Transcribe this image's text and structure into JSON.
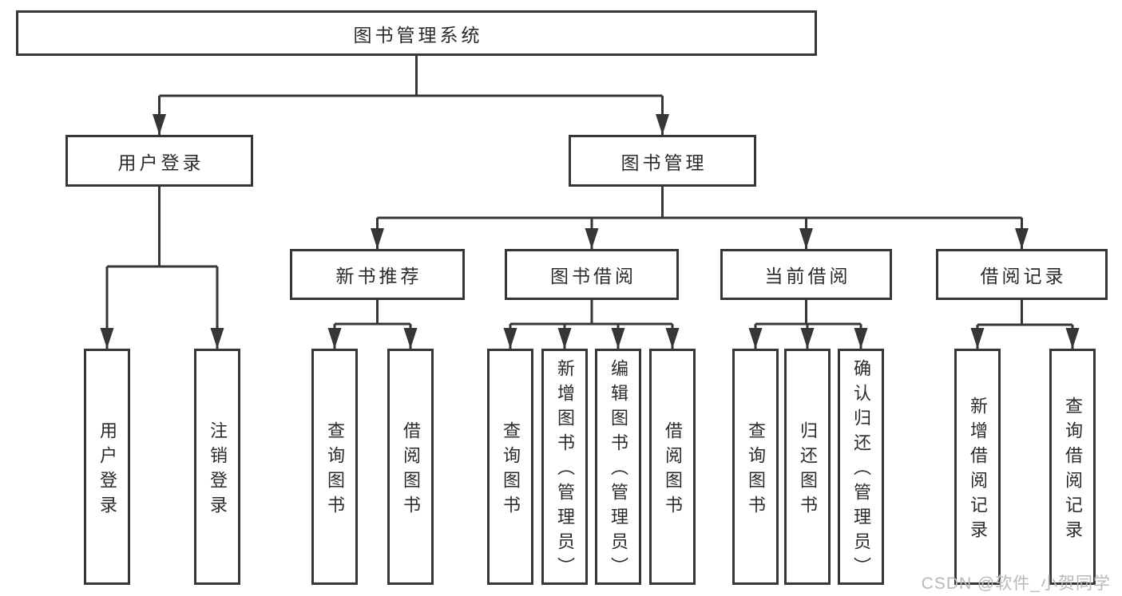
{
  "diagram": {
    "type": "tree",
    "root": {
      "label": "图书管理系统"
    },
    "branches": [
      {
        "label": "用户登录",
        "children": [
          {
            "label": "用户登录"
          },
          {
            "label": "注销登录"
          }
        ]
      },
      {
        "label": "图书管理",
        "children": [
          {
            "label": "新书推荐",
            "children": [
              {
                "label": "查询图书"
              },
              {
                "label": "借阅图书"
              }
            ]
          },
          {
            "label": "图书借阅",
            "children": [
              {
                "label": "查询图书"
              },
              {
                "label": "新增图书（管理员）"
              },
              {
                "label": "编辑图书（管理员）"
              },
              {
                "label": "借阅图书"
              }
            ]
          },
          {
            "label": "当前借阅",
            "children": [
              {
                "label": "查询图书"
              },
              {
                "label": "归还图书"
              },
              {
                "label": "确认归还（管理员）"
              }
            ]
          },
          {
            "label": "借阅记录",
            "children": [
              {
                "label": "新增借阅记录"
              },
              {
                "label": "查询借阅记录"
              }
            ]
          }
        ]
      }
    ]
  },
  "watermark": {
    "text": "CSDN @软件_小贺同学",
    "color": "#b9b9b9"
  },
  "colors": {
    "line": "#363636",
    "box_border": "#363636",
    "box_fill": "#ffffff",
    "text": "#2b2b2b"
  }
}
